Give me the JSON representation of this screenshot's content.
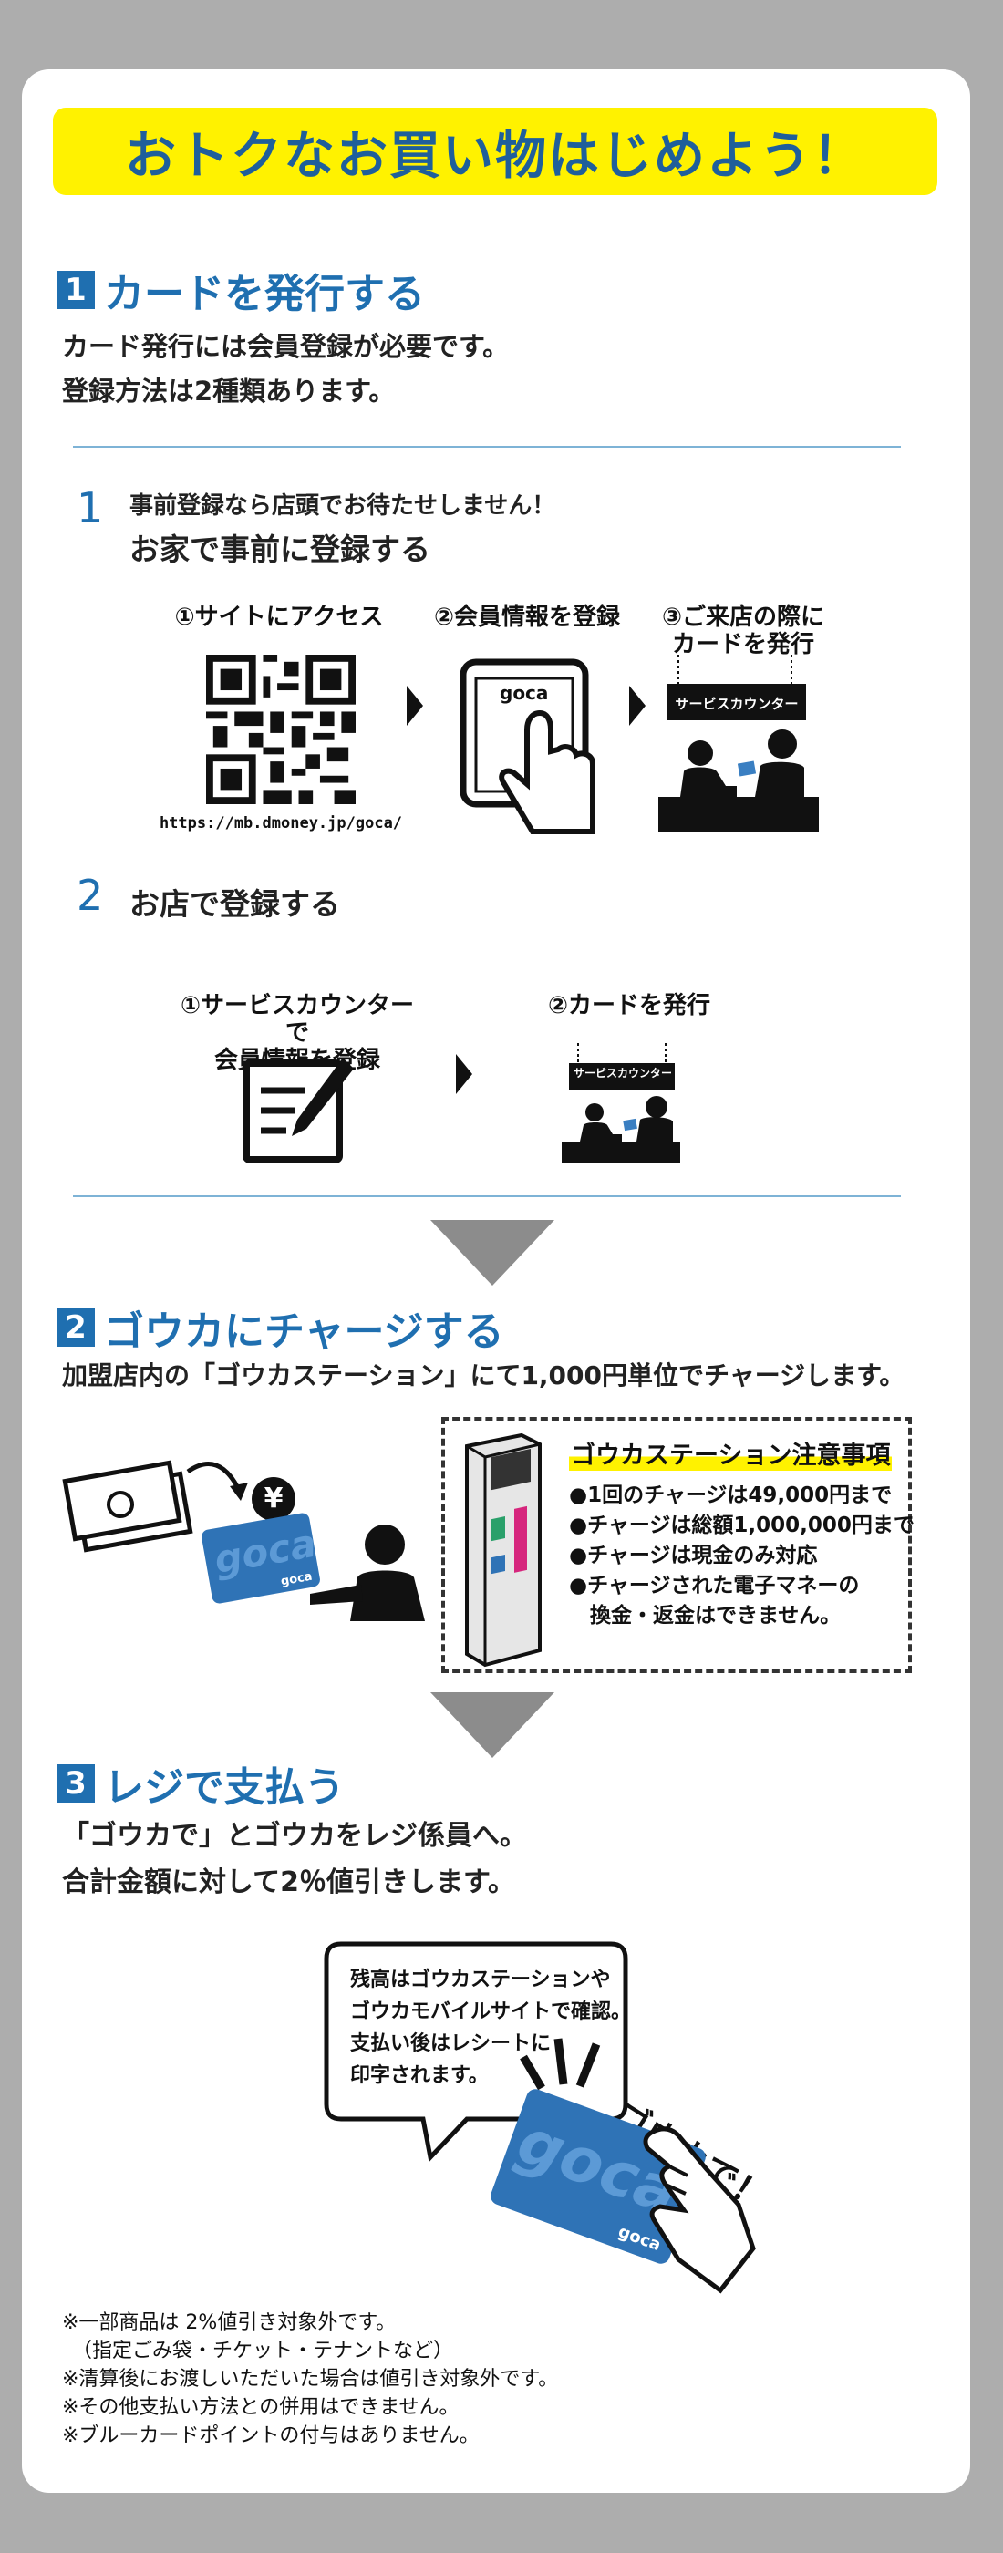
{
  "banner_title": "おトクなお買い物はじめよう！",
  "section1": {
    "number": "1",
    "title": "カードを発行する",
    "desc_line1": "カード発行には会員登録が必要です。",
    "desc_line2": "登録方法は2種類あります。",
    "method1": {
      "number": "1",
      "lead": "事前登録なら店頭でお待たせしません！",
      "title": "お家で事前に登録する",
      "steps": [
        "①サイトにアクセス",
        "②会員情報を登録",
        "③ご来店の際に",
        "カードを発行"
      ],
      "url": "https://mb.dmoney.jp/goca/",
      "device_label": "goca",
      "counter_sign": "サービスカウンター"
    },
    "method2": {
      "number": "2",
      "title": "お店で登録する",
      "step1_line1": "①サービスカウンターで",
      "step1_line2": "会員情報を登録",
      "step2": "②カードを発行",
      "counter_sign": "サービスカウンター"
    }
  },
  "section2": {
    "number": "2",
    "title": "ゴウカにチャージする",
    "desc": "加盟店内の「ゴウカステーション」にて1,000円単位でチャージします。",
    "yen_symbol": "¥",
    "card_brand": "goca",
    "notice": {
      "title": "ゴウカステーション注意事項",
      "items": [
        "●1回のチャージは49,000円まで",
        "●チャージは総額1,000,000円まで",
        "●チャージは現金のみ対応",
        "●チャージされた電子マネーの",
        "　換金・返金はできません。"
      ]
    }
  },
  "section3": {
    "number": "3",
    "title": "レジで支払う",
    "desc_line1": "「ゴウカで」とゴウカをレジ係員へ。",
    "desc_line2": "合計金額に対して2％値引きします。",
    "bubble_lines": [
      "残高はゴウカステーションや",
      "ゴウカモバイルサイトで確認。",
      "支払い後はレシートに",
      "印字されます。"
    ],
    "shout": "ゴウカで！",
    "card_brand": "goca"
  },
  "notes": [
    "※一部商品は 2%値引き対象外です。",
    "　（指定ごみ袋・チケット・テナントなど）",
    "※清算後にお渡しいただいた場合は値引き対象外です。",
    "※その他支払い方法との併用はできません。",
    "※ブルーカードポイントの付与はありません。"
  ],
  "colors": {
    "background": "#adadad",
    "banner": "#fff200",
    "accent_blue": "#1f6fb0",
    "card_blue": "#2f73b6",
    "arrow_gray": "#8c8c8c"
  }
}
